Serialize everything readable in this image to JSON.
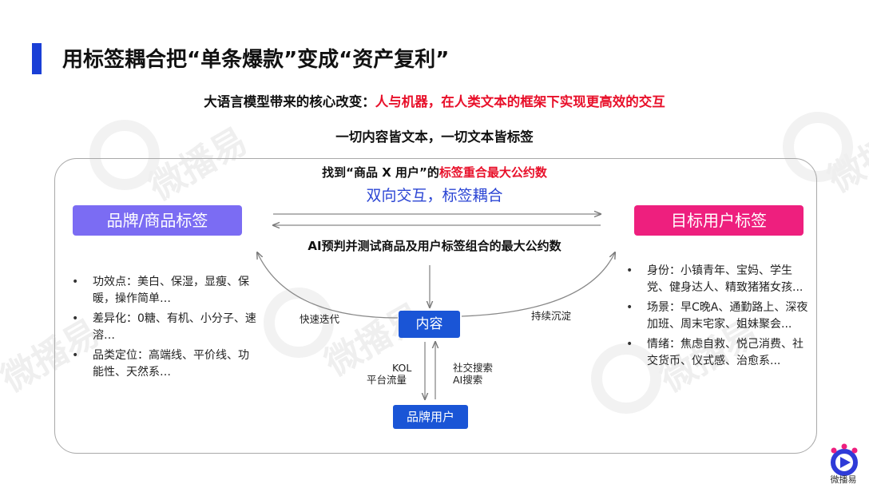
{
  "title": "用标签耦合把“单条爆款”变成“资产复利”",
  "headline": {
    "prefix": "大语言模型带来的核心改变：",
    "highlight": "人与机器，在人类文本的框架下实现更高效的交互"
  },
  "subheadline": "一切内容皆文本，一切文本皆标签",
  "diagram": {
    "find_prefix": "找到“商品 X 用户”的",
    "find_highlight": "标签重合最大公约数",
    "interaction": "双向交互，标签耦合",
    "left_tag": "品牌/商品标签",
    "right_tag": "目标用户标签",
    "ai_line": "AI预判并测试商品及用户标签组合的最大公约数",
    "center_box": "内容",
    "bottom_box": "品牌用户",
    "left_arc_label": "快速迭代",
    "right_arc_label": "持续沉淀",
    "down_label_1": "KOL",
    "down_label_2": "平台流量",
    "up_label_1": "社交搜索",
    "up_label_2": "AI搜索",
    "left_bullets": [
      "功效点：美白、保湿，显瘦、保暖，操作简单…",
      "差异化：0糖、有机、小分子、速溶…",
      "品类定位：高端线、平价线、功能性、天然系…"
    ],
    "right_bullets": [
      "身份：小镇青年、宝妈、学生党、健身达人、精致猪猪女孩...",
      "场景：早C晚A、通勤路上、深夜加班、周末宅家、姐妹聚会...",
      "情绪：焦虑自救、悦己消费、社交货币、仪式感、治愈系..."
    ]
  },
  "watermark": "微播易",
  "logo_text": "微播易",
  "colors": {
    "accent_blue": "#1a3fd6",
    "highlight_red": "#e8102a",
    "left_tag": "#7b6cf3",
    "right_tag": "#ee1f7e",
    "box_blue": "#1a55d6"
  }
}
